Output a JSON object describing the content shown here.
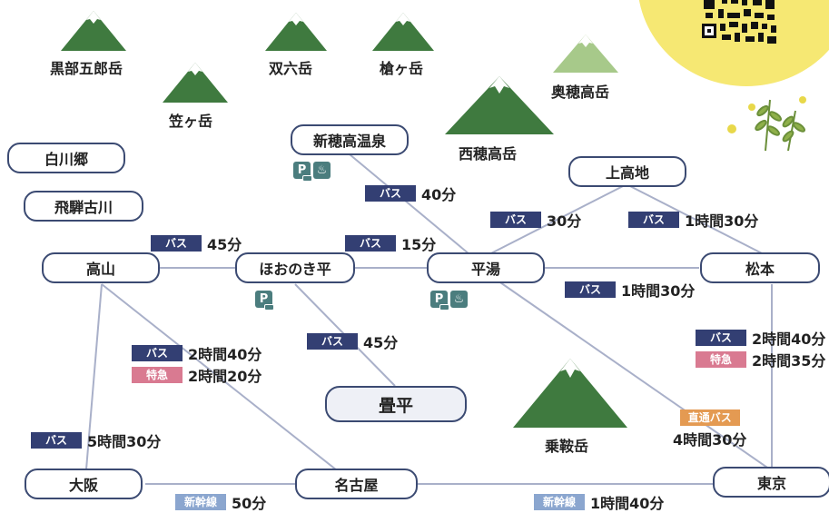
{
  "mountains": [
    {
      "id": "kurobe",
      "name": "黒部五郎岳"
    },
    {
      "id": "sugoroku",
      "name": "双六岳"
    },
    {
      "id": "yari",
      "name": "槍ヶ岳"
    },
    {
      "id": "okuhotaka",
      "name": "奥穂高岳"
    },
    {
      "id": "kasa",
      "name": "笠ヶ岳"
    },
    {
      "id": "nishihotaka",
      "name": "西穂高岳"
    },
    {
      "id": "norikura",
      "name": "乗鞍岳"
    }
  ],
  "places": {
    "shirakawago": "白川郷",
    "hida_furukawa": "飛騨古川",
    "shinhotaka": "新穂高温泉",
    "kamikochi": "上高地",
    "takayama": "高山",
    "honoki": "ほおのき平",
    "hirayu": "平湯",
    "matsumoto": "松本",
    "tatamidaira": "畳平",
    "osaka": "大阪",
    "nagoya": "名古屋",
    "tokyo": "東京"
  },
  "modes": {
    "bus": "バス",
    "express": "特急",
    "shinkansen": "新幹線",
    "direct_bus": "直通バス"
  },
  "routes": {
    "shinhotaka_hirayu": "40分",
    "hirayu_kamikochi": "30分",
    "kamikochi_matsumoto": "1時間30分",
    "takayama_honoki": "45分",
    "honoki_hirayu": "15分",
    "hirayu_matsumoto": "1時間30分",
    "takayama_nagoya_bus": "2時間40分",
    "takayama_nagoya_express": "2時間20分",
    "honoki_tatamidaira": "45分",
    "matsumoto_tokyo_bus": "2時間40分",
    "matsumoto_tokyo_express": "2時間35分",
    "takayama_osaka": "5時間30分",
    "hirayu_tokyo_direct": "4時間30分",
    "osaka_nagoya": "50分",
    "nagoya_tokyo": "1時間40分"
  },
  "amenities": {
    "parking": "P",
    "onsen": "♨"
  },
  "colors": {
    "mountain_dark": "#3f7a3f",
    "mountain_light": "#a7c98a",
    "node_border": "#3b4a72",
    "bus_tag": "#333f73",
    "express_tag": "#d97a91",
    "shinkansen_tag": "#8ba6cf",
    "direct_bus_tag": "#e49a52",
    "sun": "#f6e873",
    "line": "#a9b0c9"
  }
}
